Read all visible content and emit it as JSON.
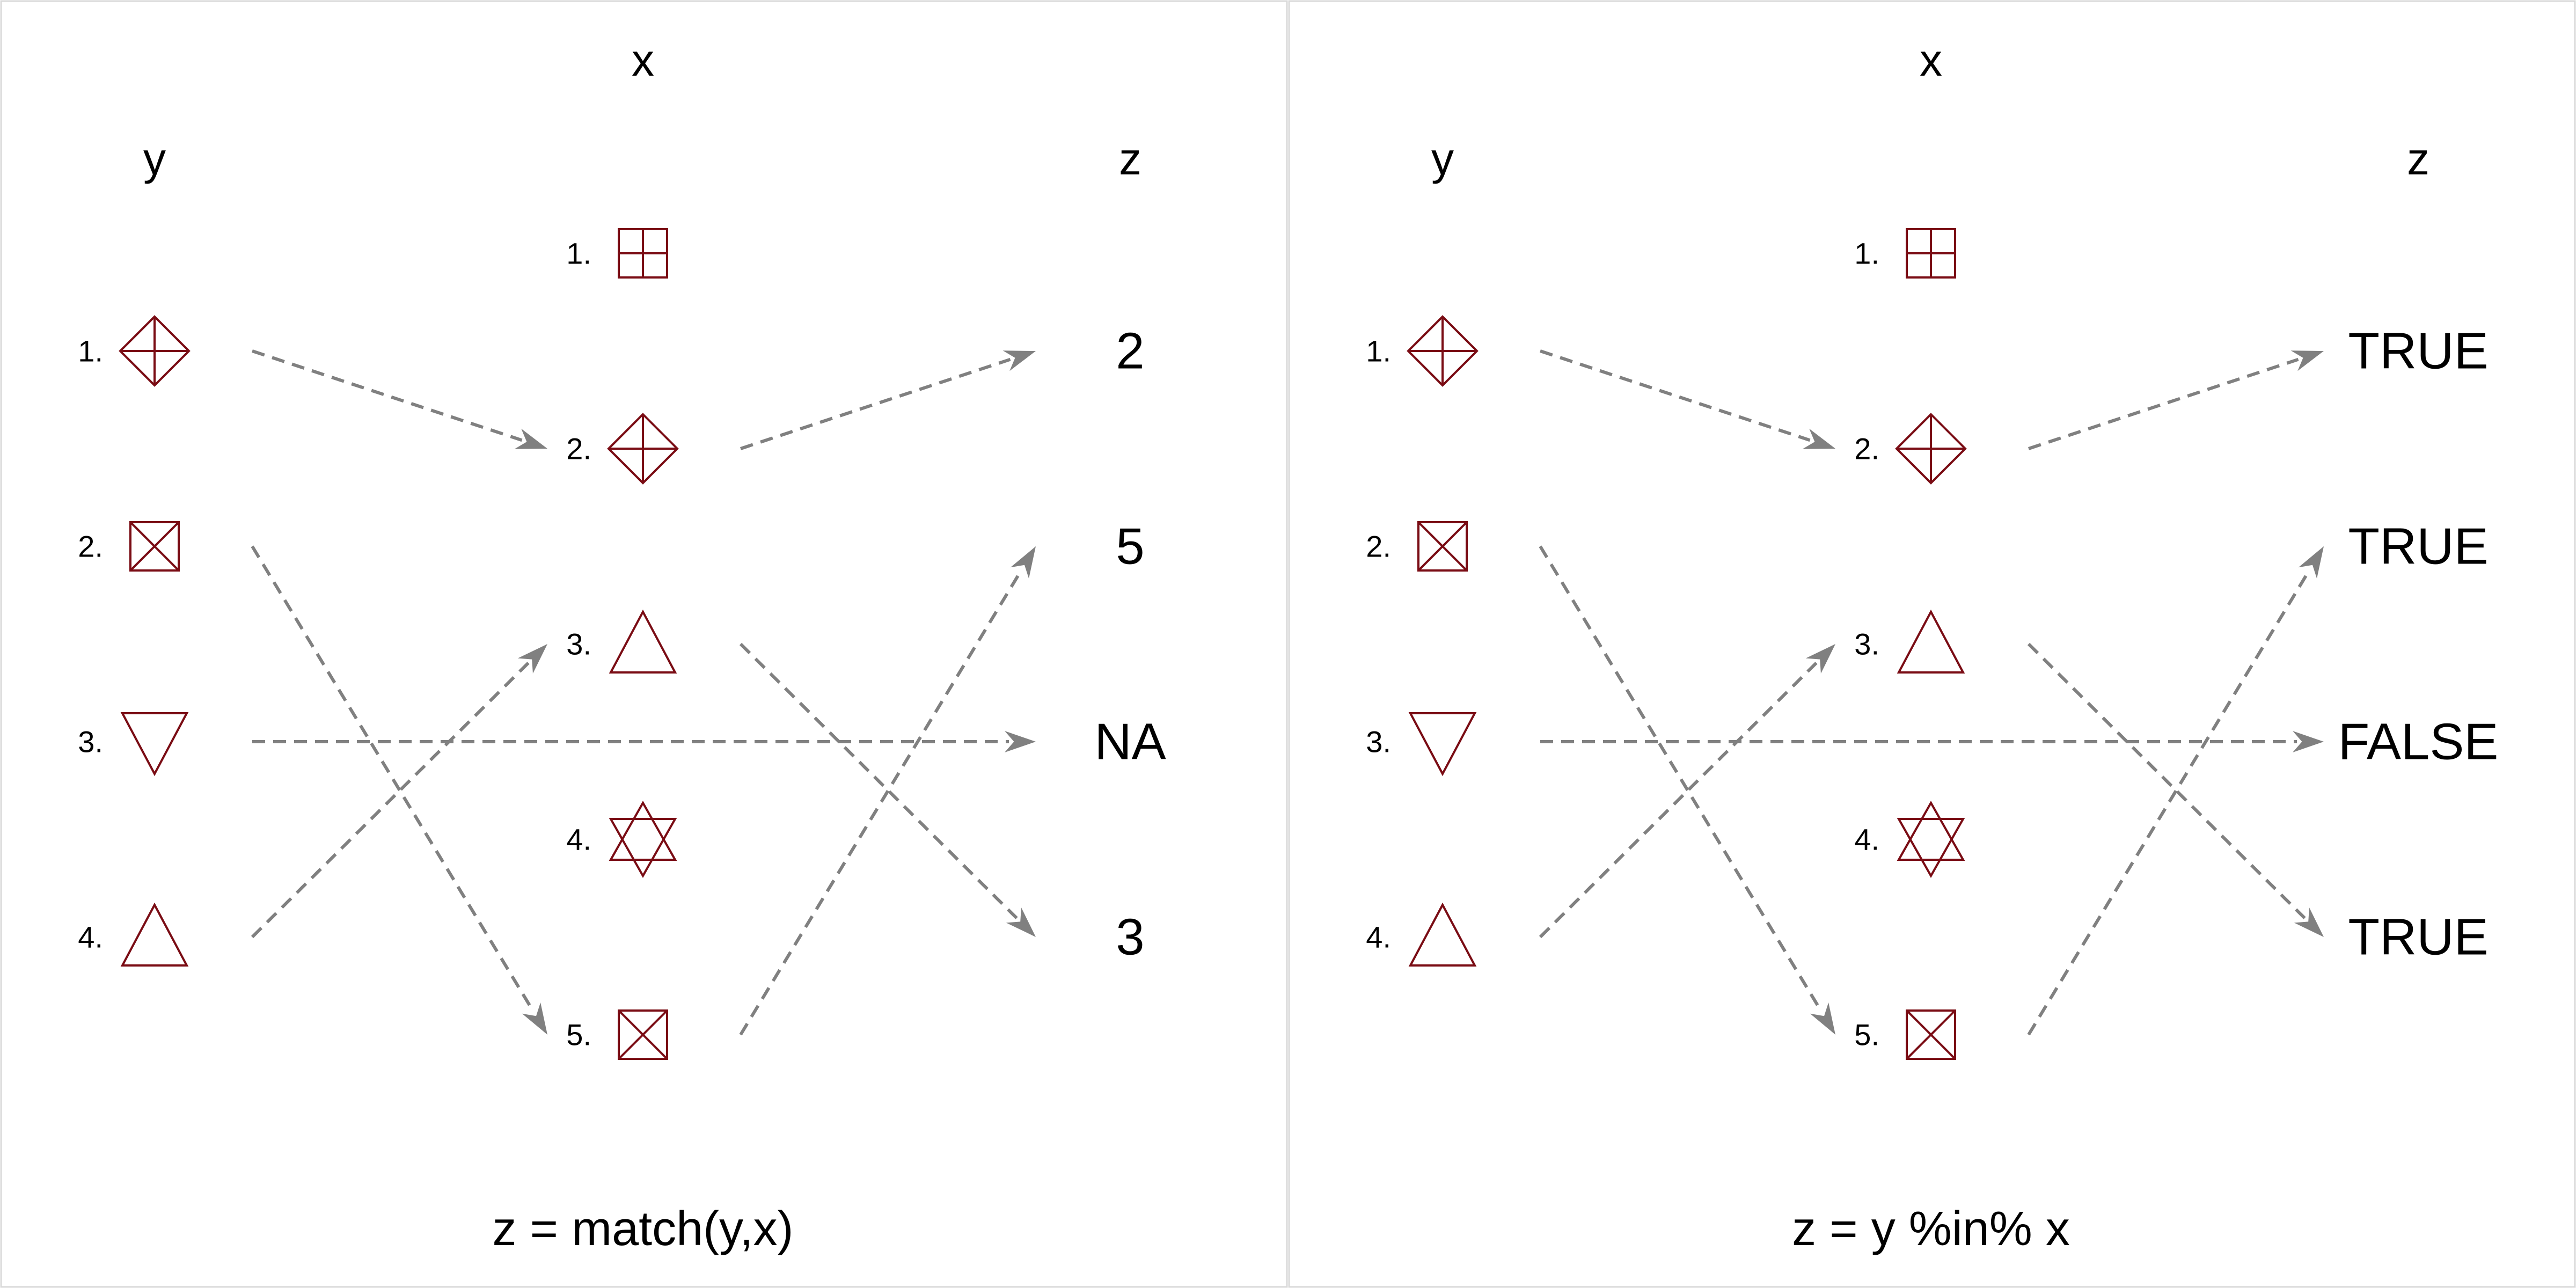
{
  "colors": {
    "symbol": "#7a0c14",
    "arrow": "#808080",
    "divider": "#d9d9d9",
    "text": "#000000"
  },
  "panels": [
    {
      "x_heading": "x",
      "y_heading": "y",
      "z_heading": "z",
      "caption": "z = match(y,x)",
      "y_items": [
        {
          "index": "1.",
          "symbol": "diamond-plus-icon"
        },
        {
          "index": "2.",
          "symbol": "square-cross-icon"
        },
        {
          "index": "3.",
          "symbol": "triangle-down-icon"
        },
        {
          "index": "4.",
          "symbol": "triangle-up-icon"
        }
      ],
      "x_items": [
        {
          "index": "1.",
          "symbol": "square-plus-icon"
        },
        {
          "index": "2.",
          "symbol": "diamond-plus-icon"
        },
        {
          "index": "3.",
          "symbol": "triangle-up-icon"
        },
        {
          "index": "4.",
          "symbol": "star-of-david-icon"
        },
        {
          "index": "5.",
          "symbol": "square-cross-icon"
        }
      ],
      "z_items": [
        "2",
        "5",
        "NA",
        "3"
      ]
    },
    {
      "x_heading": "x",
      "y_heading": "y",
      "z_heading": "z",
      "caption": "z = y %in% x",
      "y_items": [
        {
          "index": "1.",
          "symbol": "diamond-plus-icon"
        },
        {
          "index": "2.",
          "symbol": "square-cross-icon"
        },
        {
          "index": "3.",
          "symbol": "triangle-down-icon"
        },
        {
          "index": "4.",
          "symbol": "triangle-up-icon"
        }
      ],
      "x_items": [
        {
          "index": "1.",
          "symbol": "square-plus-icon"
        },
        {
          "index": "2.",
          "symbol": "diamond-plus-icon"
        },
        {
          "index": "3.",
          "symbol": "triangle-up-icon"
        },
        {
          "index": "4.",
          "symbol": "star-of-david-icon"
        },
        {
          "index": "5.",
          "symbol": "square-cross-icon"
        }
      ],
      "z_items": [
        "TRUE",
        "TRUE",
        "FALSE",
        "TRUE"
      ]
    }
  ]
}
